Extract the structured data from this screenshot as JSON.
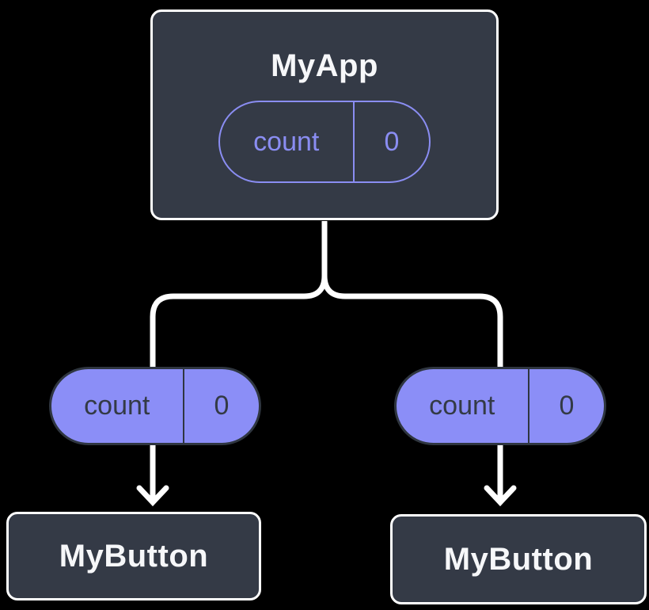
{
  "diagram": {
    "root": {
      "title": "MyApp",
      "state": {
        "key": "count",
        "value": "0"
      }
    },
    "edges": [
      {
        "from": "MyApp",
        "to": "MyButton-left",
        "prop": {
          "key": "count",
          "value": "0"
        }
      },
      {
        "from": "MyApp",
        "to": "MyButton-right",
        "prop": {
          "key": "count",
          "value": "0"
        }
      }
    ],
    "children": [
      {
        "title": "MyButton"
      },
      {
        "title": "MyButton"
      }
    ]
  },
  "colors": {
    "bg": "#000000",
    "node-fill": "#343a46",
    "node-border": "#ffffff",
    "node-text": "#f6f7f9",
    "accent": "#8a8df2",
    "pill-fill": "#8b8ef7",
    "pill-border": "#2f3640",
    "pill-text": "#333a45",
    "connector": "#ffffff"
  }
}
